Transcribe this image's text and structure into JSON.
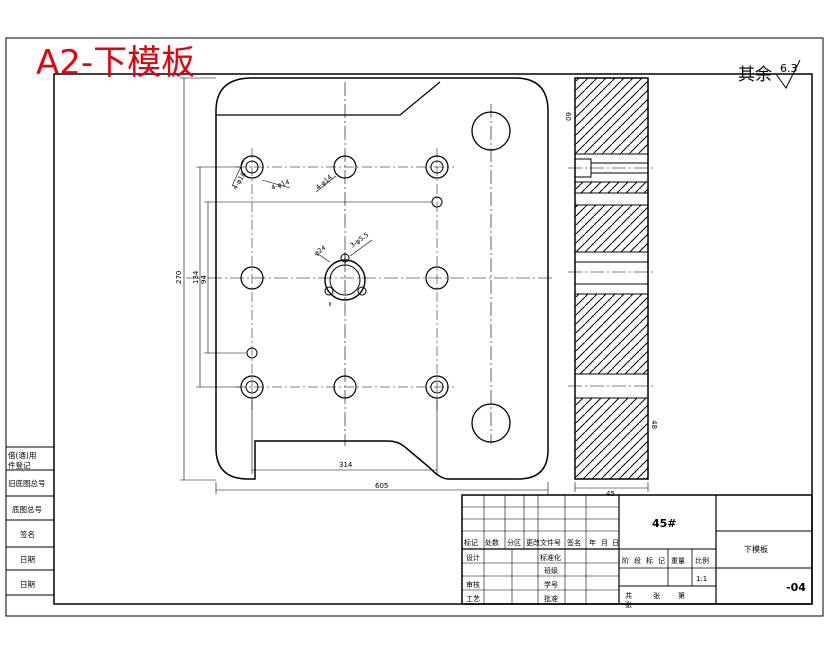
{
  "header": {
    "title": "A2-下模板",
    "title_color": "#e8000b"
  },
  "surface_finish": {
    "label": "其余",
    "value": "6.3"
  },
  "dimensions": {
    "overall_width": "605",
    "overall_height": "270",
    "inner_height": "134",
    "inner_height_b": "94",
    "bottom_span": "314",
    "thickness": "45",
    "side_upper": "60",
    "side_lower": "48",
    "callout_a": "4-φ18",
    "callout_b": "4-φ14",
    "callout_c": "4-φ14",
    "center_callout_a": "3-φ5.5",
    "center_callout_b": "φ24"
  },
  "side_labels": [
    "借(通)用",
    "件登记",
    "旧底图总号",
    "底图总号",
    "签名",
    "日期",
    "日期"
  ],
  "title_block": {
    "material": "45#",
    "part_name": "下模板",
    "drawing_number": "-04",
    "header_row": [
      "标记",
      "处数",
      "分区",
      "更改文件号",
      "签名",
      "年",
      "月",
      "日"
    ],
    "sign_labels": [
      "设计",
      "审核",
      "工艺"
    ],
    "sign_labels_mid": [
      "标准化",
      "",
      "批准"
    ],
    "sign_labels_mid_b": [
      "",
      "学号",
      ""
    ],
    "sign_labels_mid_c": [
      "",
      "班级",
      ""
    ],
    "stage_row": [
      "阶",
      "段",
      "标",
      "记",
      "重量",
      "比例"
    ],
    "scale": "1:1",
    "sheet_row": [
      "共",
      "张",
      "第",
      "张"
    ]
  }
}
